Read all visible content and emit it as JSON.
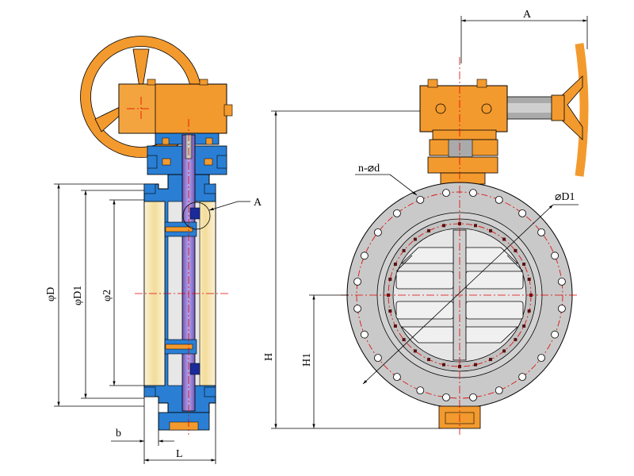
{
  "labels": {
    "A_side": "A",
    "A_top": "A",
    "phiD": "φD",
    "phiD1_side": "φD1",
    "phi2": "φ2",
    "b": "b",
    "L": "L",
    "H": "H",
    "H1": "H1",
    "n_d": "n-⌀d",
    "D1_front": "⌀D1"
  },
  "colors": {
    "orange": "#f39a2e",
    "blue": "#2a7fd4",
    "grey_flange": "#c9c9c9",
    "inner_disc": "#e6e6e6",
    "stem": "#8a6cc8",
    "body_cream": "#f5e6b8",
    "centerline": "#e00000"
  }
}
